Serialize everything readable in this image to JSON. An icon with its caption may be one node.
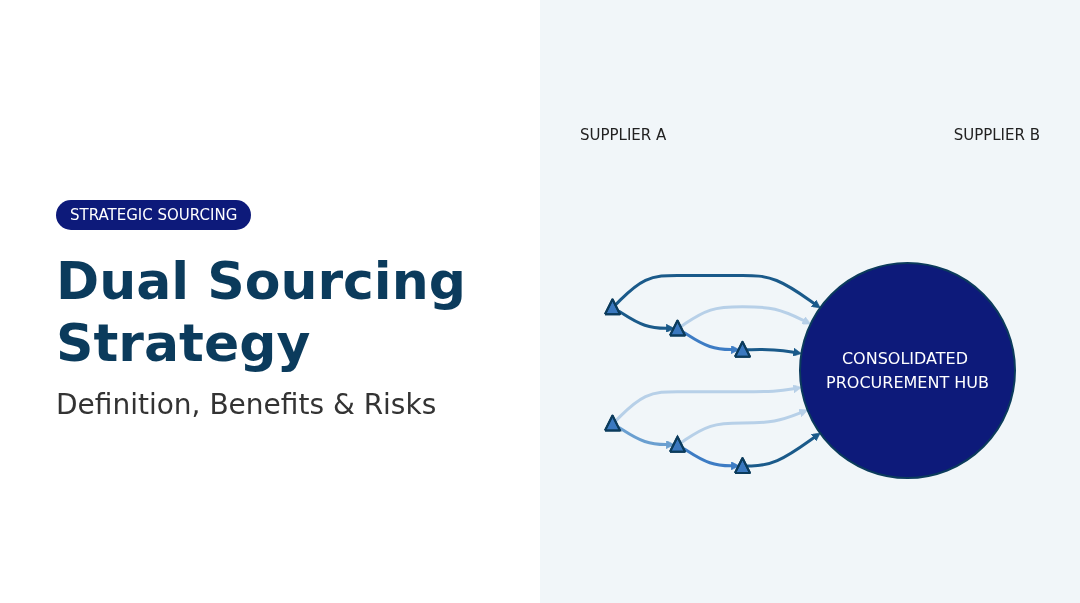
{
  "diagram": {
    "title": "Dual Sourcing Strategy",
    "nodes": [
      {
        "text": [],
        "shape": "triangle"
      },
      {
        "text": [],
        "shape": "triangle"
      },
      {
        "text": [],
        "shape": "triangle"
      },
      {
        "text": [
          "CONSOLIDATED PROCUREMENT HUB"
        ]
      },
      {
        "text": [],
        "shape": "triangle"
      },
      {
        "text": [],
        "shape": "triangle"
      },
      {
        "text": [],
        "shape": "triangle"
      }
    ],
    "edges": [
      {
        "from": 0,
        "to": 1,
        "arrow": "to"
      },
      {
        "from": 1,
        "to": 2,
        "arrow": "to",
        "color": "#3d7cc4"
      },
      {
        "from": 0,
        "to": 3,
        "arrow": "to"
      },
      {
        "from": 1,
        "to": 3,
        "arrow": "to",
        "color": "#b7d0e8"
      },
      {
        "from": 2,
        "to": 3,
        "arrow": "to"
      },
      {
        "from": 4,
        "to": 5,
        "arrow": "to",
        "color": "#6a9fd0"
      },
      {
        "from": 5,
        "to": 6,
        "arrow": "to",
        "color": "#3d7cc4"
      },
      {
        "from": 4,
        "to": 3,
        "arrow": "to",
        "color": "#b7d0e8"
      },
      {
        "from": 5,
        "to": 3,
        "arrow": "to",
        "color": "#b7d0e8"
      },
      {
        "from": 6,
        "to": 3,
        "arrow": "to"
      }
    ],
    "labels": [
      "STRATEGIC SOURCING",
      "Definition, Benefits & Risks",
      "SUPPLIER A",
      "SUPPLIER B"
    ]
  }
}
